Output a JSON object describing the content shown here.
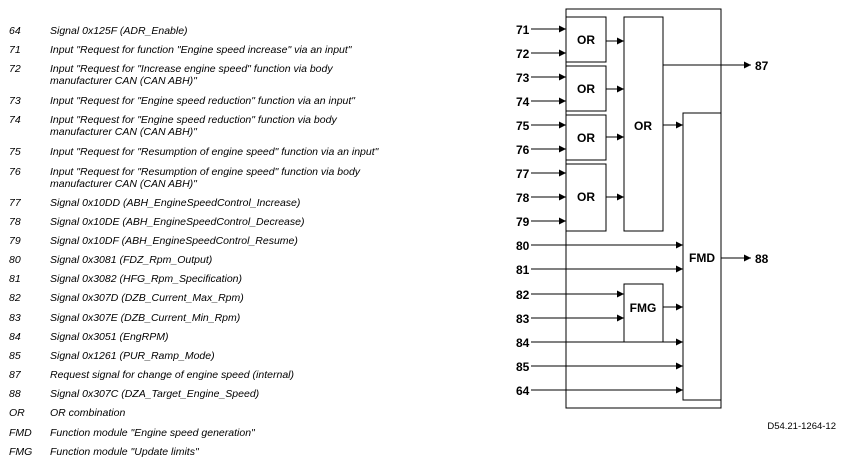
{
  "legend": [
    {
      "key": "64",
      "text": "Signal 0x125F (ADR_Enable)"
    },
    {
      "key": "71",
      "text": "Input \"Request for function \"Engine speed increase\" via an input\""
    },
    {
      "key": "72",
      "text": "Input \"Request for \"Increase engine speed\" function via body manufacturer CAN (CAN ABH)\""
    },
    {
      "key": "73",
      "text": "Input \"Request for \"Engine speed reduction\" function via an input\""
    },
    {
      "key": "74",
      "text": "Input \"Request for \"Engine speed reduction\" function via body manufacturer CAN (CAN ABH)\""
    },
    {
      "key": "75",
      "text": "Input \"Request for \"Resumption of engine speed\" function via an input\""
    },
    {
      "key": "76",
      "text": "Input \"Request for \"Resumption of engine speed\" function via body manufacturer CAN (CAN ABH)\""
    },
    {
      "key": "77",
      "text": "Signal 0x10DD (ABH_EngineSpeedControl_Increase)"
    },
    {
      "key": "78",
      "text": "Signal 0x10DE (ABH_EngineSpeedControl_Decrease)"
    },
    {
      "key": "79",
      "text": "Signal 0x10DF (ABH_EngineSpeedControl_Resume)"
    },
    {
      "key": "80",
      "text": "Signal 0x3081 (FDZ_Rpm_Output)"
    },
    {
      "key": "81",
      "text": "Signal 0x3082 (HFG_Rpm_Specification)"
    },
    {
      "key": "82",
      "text": "Signal 0x307D (DZB_Current_Max_Rpm)"
    },
    {
      "key": "83",
      "text": "Signal 0x307E (DZB_Current_Min_Rpm)"
    },
    {
      "key": "84",
      "text": "Signal 0x3051 (EngRPM)"
    },
    {
      "key": "85",
      "text": "Signal 0x1261 (PUR_Ramp_Mode)"
    },
    {
      "key": "87",
      "text": "Request signal for change of engine speed (internal)"
    },
    {
      "key": "88",
      "text": "Signal 0x307C (DZA_Target_Engine_Speed)"
    },
    {
      "key": "OR",
      "text": "OR combination"
    },
    {
      "key": "FMD",
      "text": "Function module \"Engine speed generation\""
    },
    {
      "key": "FMG",
      "text": "Function module \"Update limits\""
    }
  ],
  "diagram": {
    "inputs": [
      "71",
      "72",
      "73",
      "74",
      "75",
      "76",
      "77",
      "78",
      "79",
      "80",
      "81",
      "82",
      "83",
      "84",
      "85",
      "64"
    ],
    "outputs": [
      "87",
      "88"
    ],
    "blocks": {
      "or_small": [
        "OR",
        "OR",
        "OR",
        "OR"
      ],
      "or_main": "OR",
      "fmg": "FMG",
      "fmd": "FMD"
    },
    "doc_id": "D54.21-1264-12"
  }
}
